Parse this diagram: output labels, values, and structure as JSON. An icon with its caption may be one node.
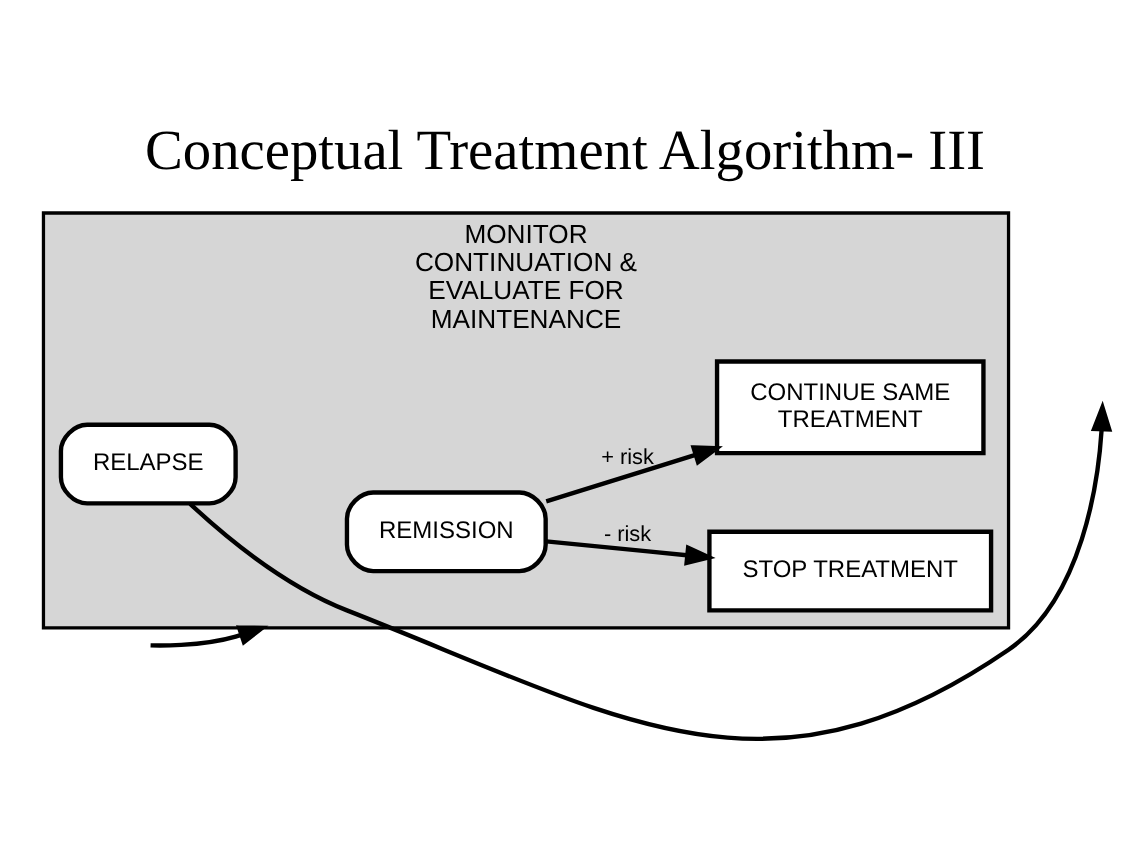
{
  "diagram": {
    "title": "Conceptual Treatment Algorithm- III",
    "nodes": [
      {
        "text": [
          "MONITOR CONTINUATION & EVALUATE FOR MAINTENANCE"
        ]
      },
      {
        "text": [
          "REMISSION"
        ],
        "in": 0
      },
      {
        "text": [
          "STOP TREATMENT"
        ],
        "in": 0
      },
      {
        "text": [
          "CONTINUE SAME TREATMENT"
        ],
        "in": 0
      },
      {
        "text": [
          "RELAPSE"
        ],
        "in": 0
      }
    ],
    "edges": [
      {
        "from": null,
        "to": 0,
        "arrow": "to"
      },
      {
        "from": 1,
        "to": 2,
        "arrow": "to",
        "label": "- risk"
      },
      {
        "from": 1,
        "to": 3,
        "arrow": "to",
        "label": "+ risk"
      },
      {
        "from": 4,
        "to": null,
        "arrow": "to"
      }
    ]
  }
}
